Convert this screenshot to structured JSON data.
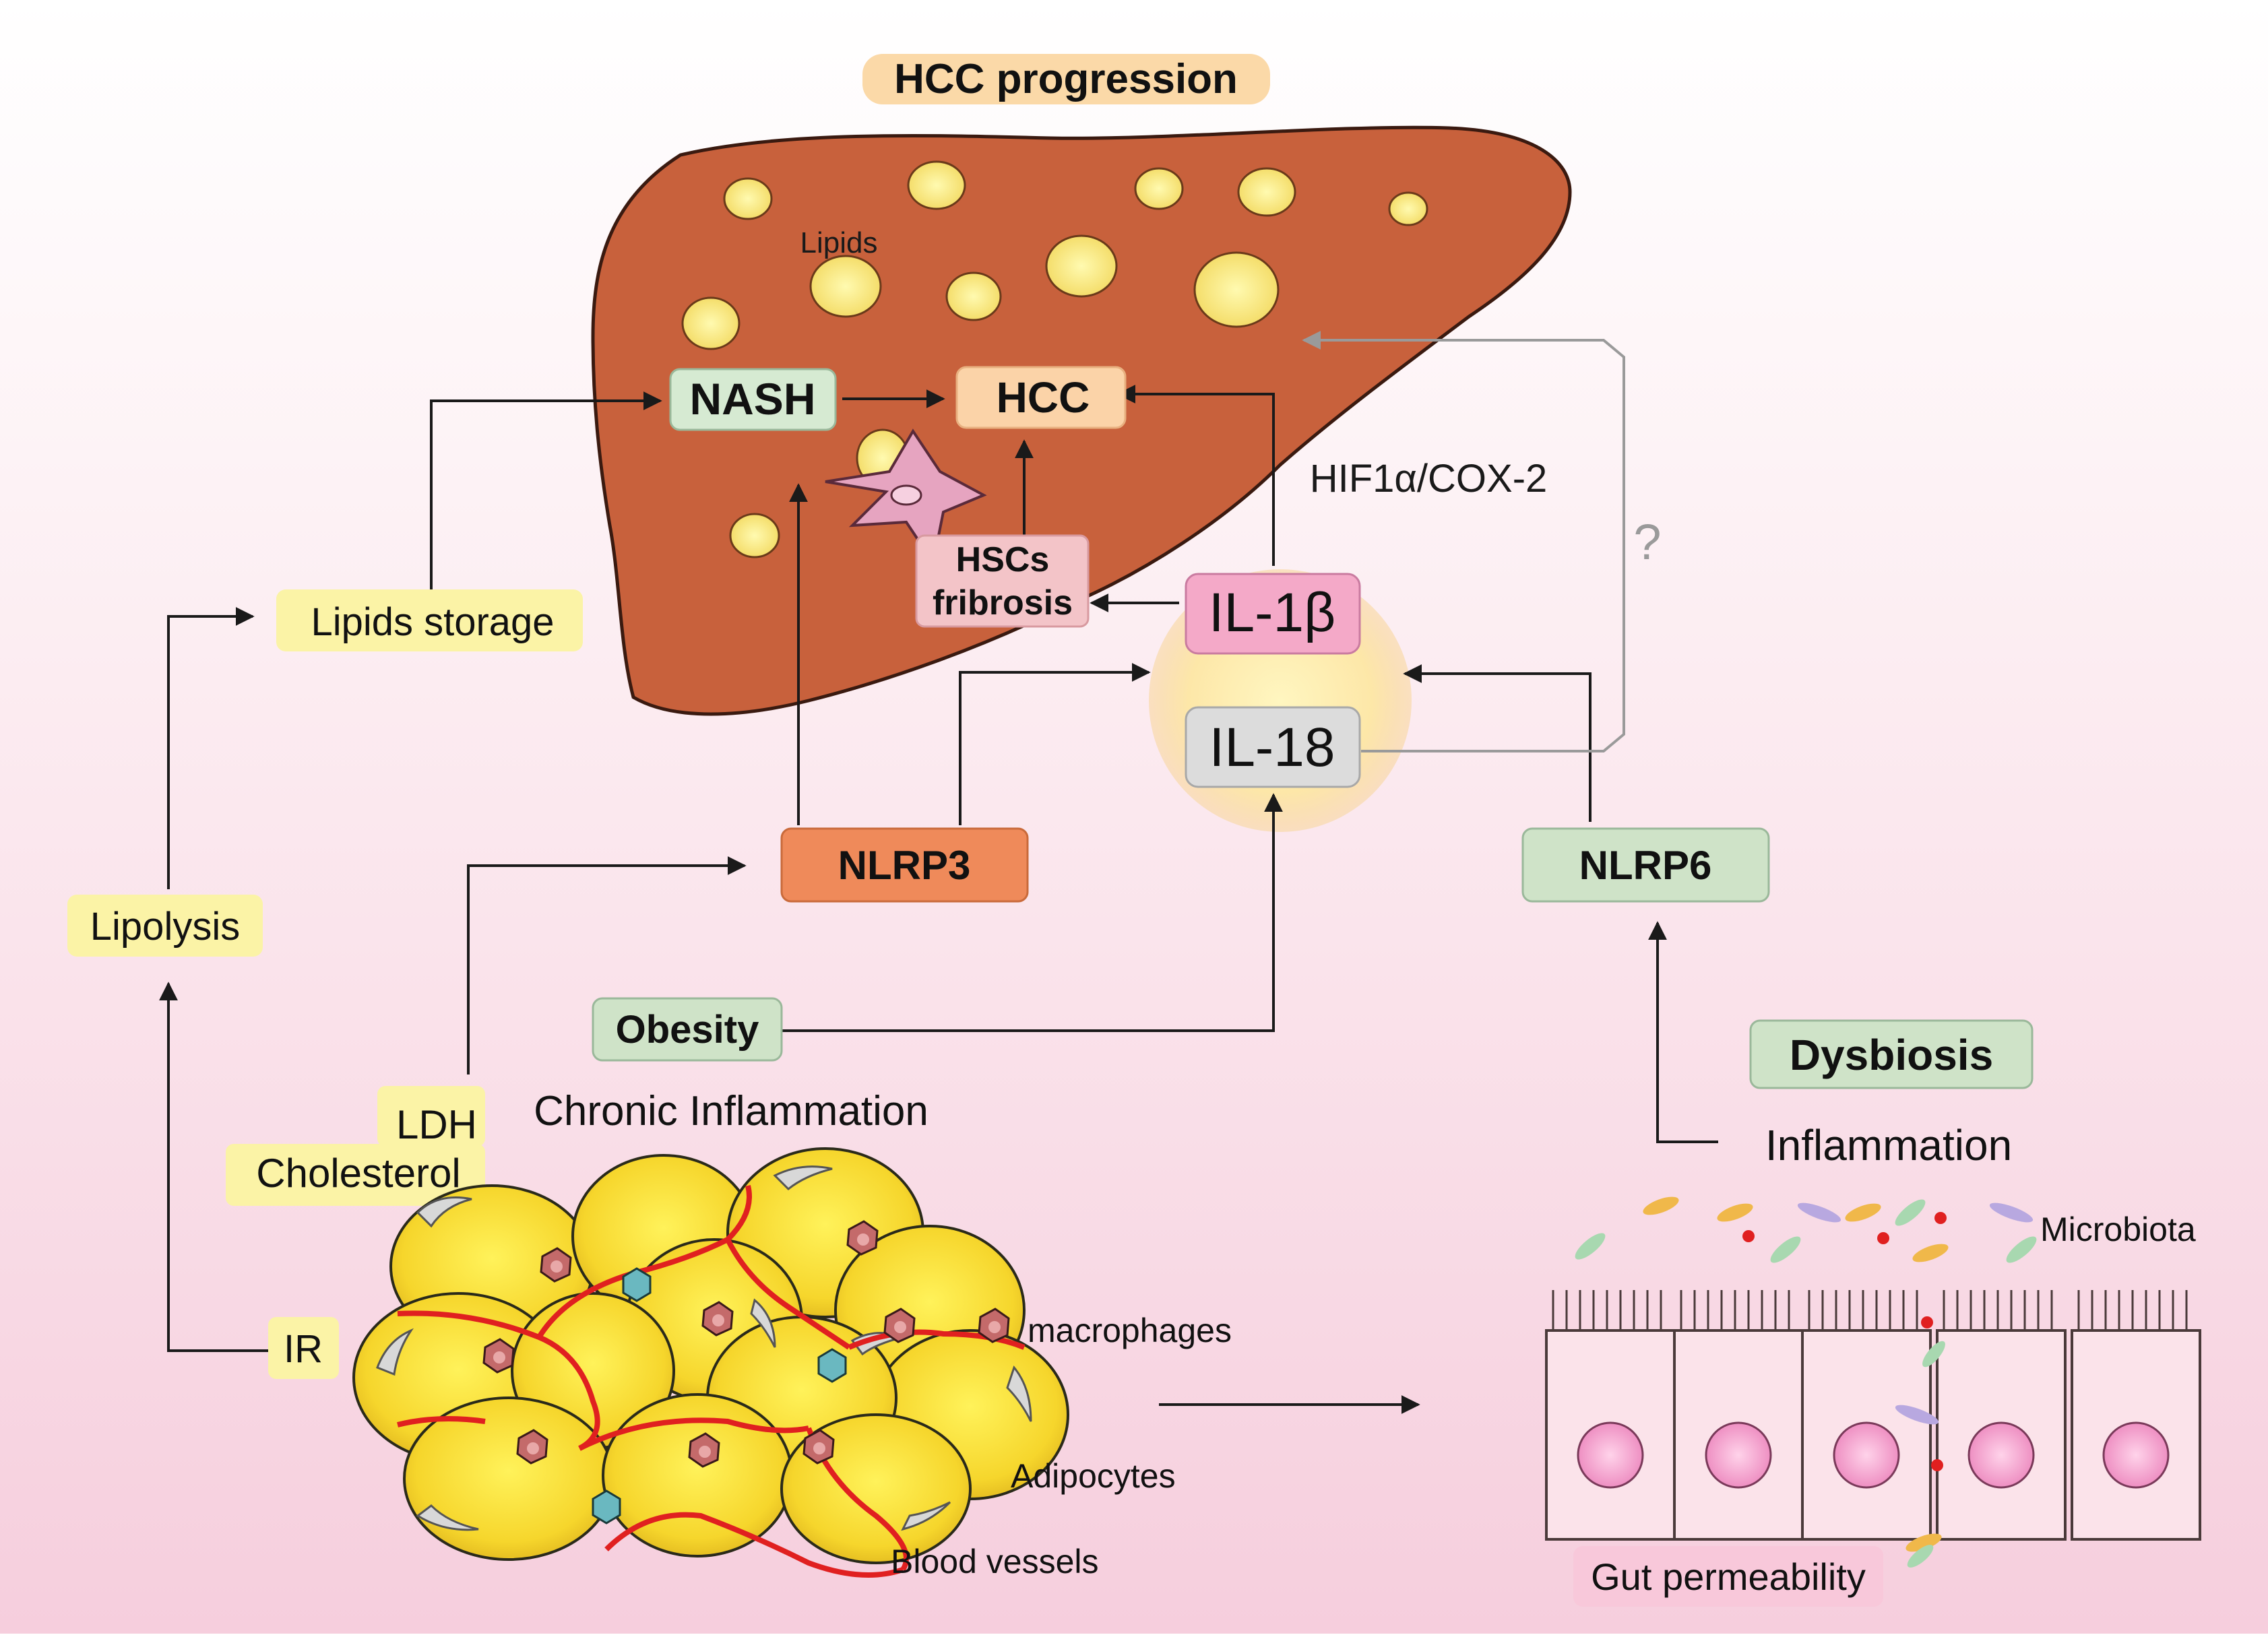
{
  "title": "HCC progression",
  "liver": {
    "lipids": "Lipids",
    "nash": "NASH",
    "hcc": "HCC"
  },
  "hsc": {
    "line1": "HSCs",
    "line2": "fribrosis"
  },
  "pathway": "HIF1α/COX-2",
  "unknown": "?",
  "cytokines": {
    "il1b": "IL-1β",
    "il18": "IL-18"
  },
  "inflammasomes": {
    "nlrp3": "NLRP3",
    "nlrp6": "NLRP6"
  },
  "left": {
    "lipids_storage": "Lipids storage",
    "lipolysis": "Lipolysis",
    "ir": "IR",
    "ldh": "LDH",
    "cholesterol": "Cholesterol"
  },
  "obesity": "Obesity",
  "chronic_inflammation": "Chronic Inflammation",
  "adipose": {
    "macrophages": "macrophages",
    "adipocytes": "Adipocytes",
    "blood_vessels": "Blood vessels"
  },
  "gut": {
    "dysbiosis": "Dysbiosis",
    "inflammation": "Inflammation",
    "microbiota": "Microbiota",
    "permeability": "Gut permeability"
  },
  "colors": {
    "liver": "#c8613c",
    "lipid": "#f7e27a",
    "yellow_label": "#fbf3a6",
    "green_label": "#cfe3c8",
    "orange_label": "#ef8a5a",
    "pink_label": "#f2a6c4",
    "grey_label": "#dcdcdc",
    "vessel": "#e02020"
  }
}
